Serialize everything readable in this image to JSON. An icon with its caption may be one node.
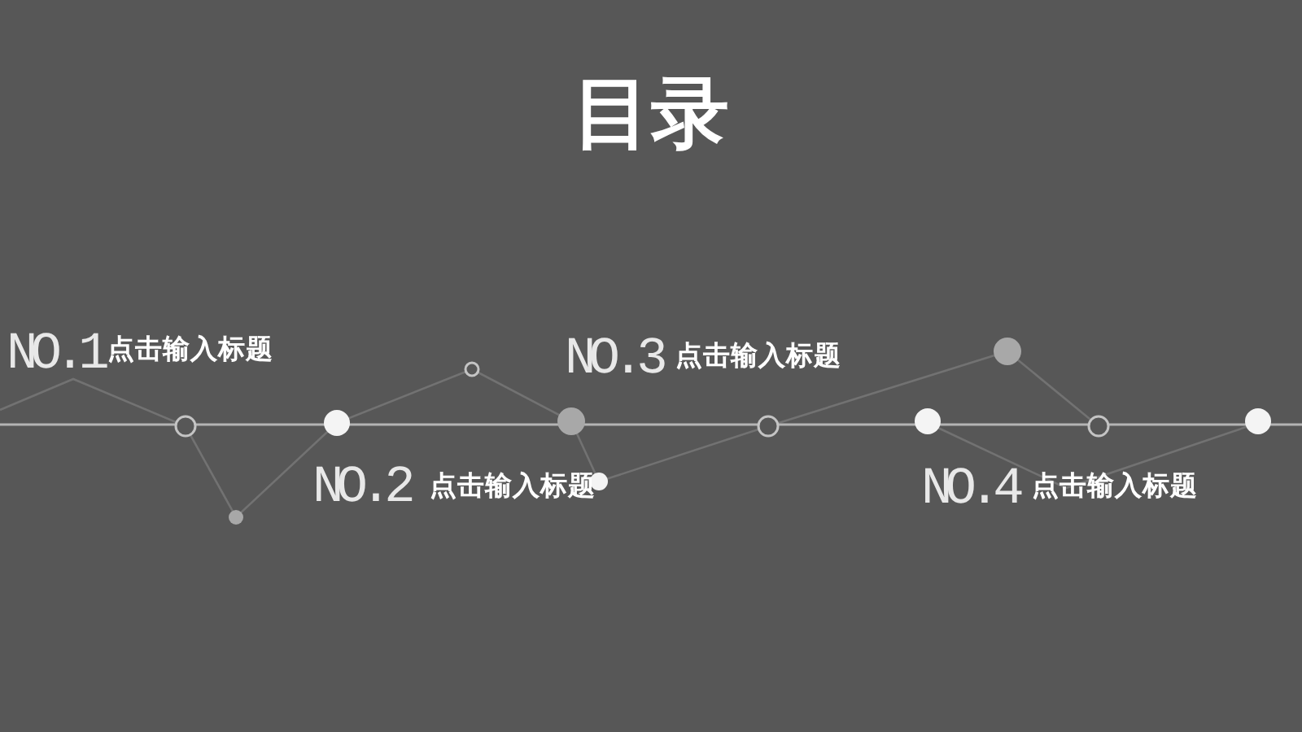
{
  "diagram": {
    "title": "目录",
    "labels": [
      "NO.1",
      "点击输入标题",
      "NO.3",
      "点击输入标题",
      "NO.2",
      "点击输入标题",
      "NO.4",
      "点击输入标题"
    ]
  }
}
